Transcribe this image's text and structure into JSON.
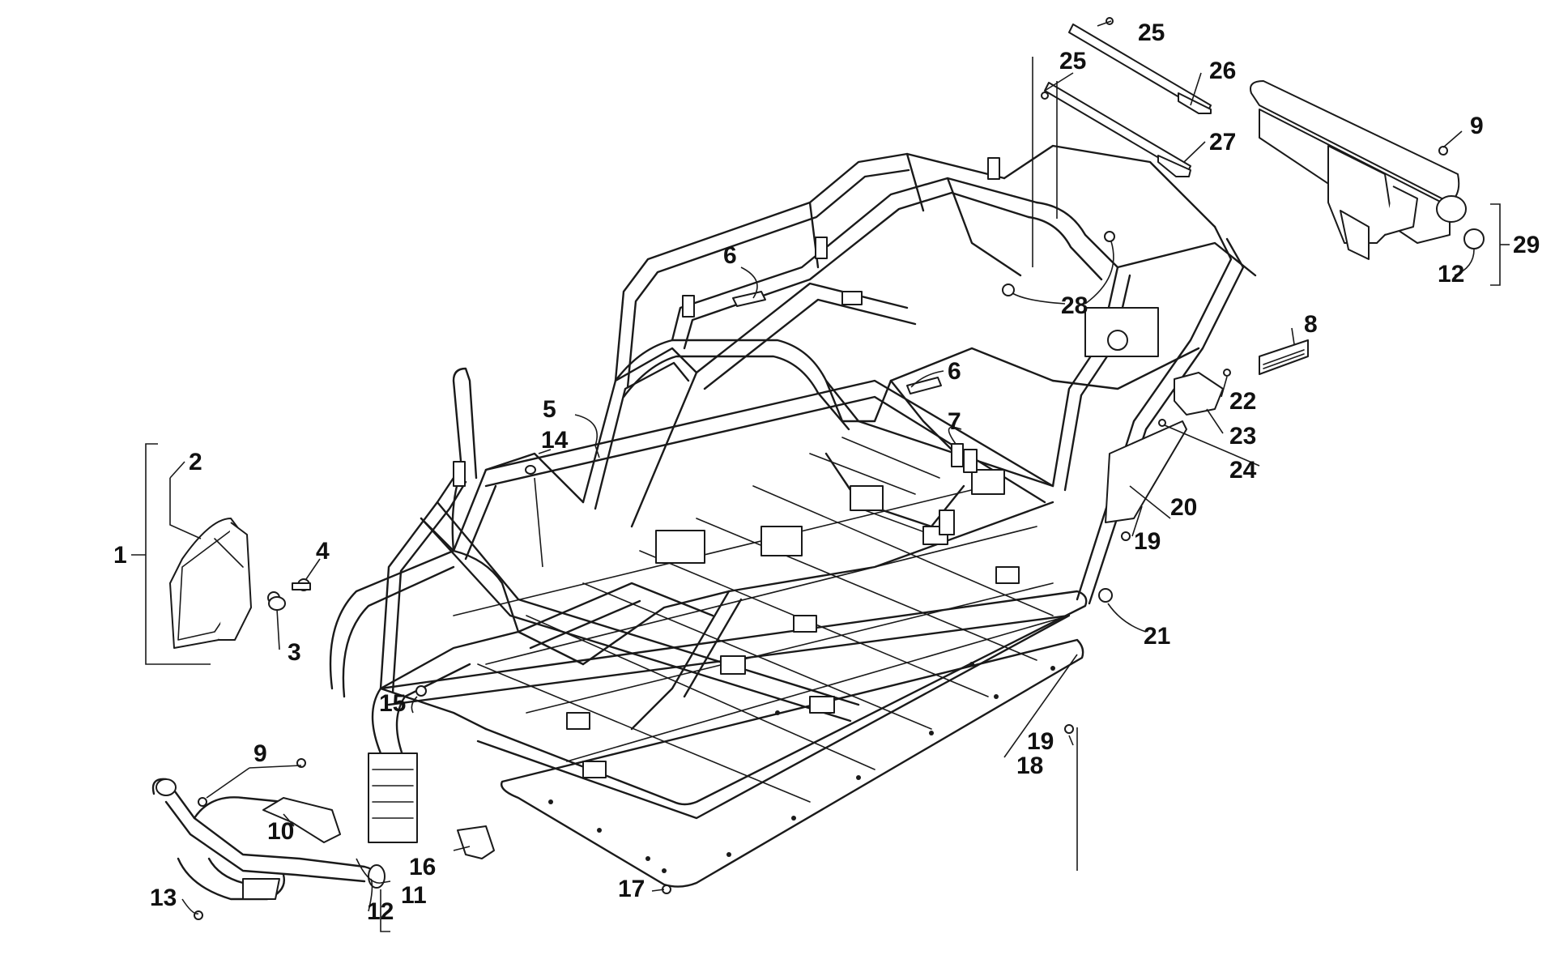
{
  "callouts": [
    {
      "id": "c1",
      "text": "1"
    },
    {
      "id": "c2",
      "text": "2"
    },
    {
      "id": "c3",
      "text": "3"
    },
    {
      "id": "c4",
      "text": "4"
    },
    {
      "id": "c5",
      "text": "5"
    },
    {
      "id": "c6a",
      "text": "6"
    },
    {
      "id": "c6b",
      "text": "6"
    },
    {
      "id": "c7",
      "text": "7"
    },
    {
      "id": "c8",
      "text": "8"
    },
    {
      "id": "c9a",
      "text": "9"
    },
    {
      "id": "c9b",
      "text": "9"
    },
    {
      "id": "c10",
      "text": "10"
    },
    {
      "id": "c11",
      "text": "11"
    },
    {
      "id": "c12a",
      "text": "12"
    },
    {
      "id": "c12b",
      "text": "12"
    },
    {
      "id": "c13",
      "text": "13"
    },
    {
      "id": "c14",
      "text": "14"
    },
    {
      "id": "c15",
      "text": "15"
    },
    {
      "id": "c16",
      "text": "16"
    },
    {
      "id": "c17",
      "text": "17"
    },
    {
      "id": "c18",
      "text": "18"
    },
    {
      "id": "c19a",
      "text": "19"
    },
    {
      "id": "c19b",
      "text": "19"
    },
    {
      "id": "c20",
      "text": "20"
    },
    {
      "id": "c21",
      "text": "21"
    },
    {
      "id": "c22",
      "text": "22"
    },
    {
      "id": "c23",
      "text": "23"
    },
    {
      "id": "c24",
      "text": "24"
    },
    {
      "id": "c25a",
      "text": "25"
    },
    {
      "id": "c25b",
      "text": "25"
    },
    {
      "id": "c26",
      "text": "26"
    },
    {
      "id": "c27",
      "text": "27"
    },
    {
      "id": "c28",
      "text": "28"
    },
    {
      "id": "c29",
      "text": "29"
    }
  ]
}
